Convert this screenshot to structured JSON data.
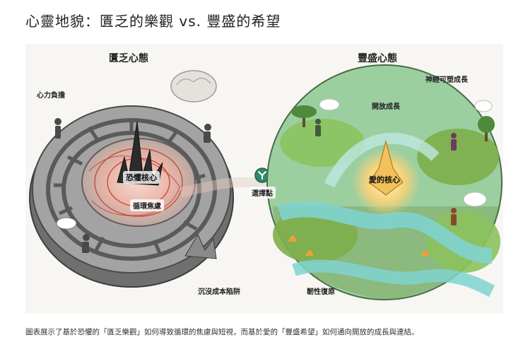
{
  "title": "心靈地貌：匱乏的樂觀 vs. 豐盛的希望",
  "left": {
    "heading": "匱乏心態",
    "labels": {
      "burden": "心力負擔",
      "fear_core": "恐懼核心",
      "anxiety_loop": "循環焦慮",
      "sunk_cost": "沉沒成本陷阱"
    }
  },
  "middle": {
    "choice_point": "選擇點",
    "choice_icon": "y-split-icon"
  },
  "right": {
    "heading": "豐盛心態",
    "labels": {
      "neuroplasticity": "神經可塑成長",
      "open_growth": "開放成長",
      "love_core": "愛的核心",
      "resilience": "韌性復原"
    }
  },
  "caption": "圖表展示了基於恐懼的「匱乏樂觀」如何導致循環的焦慮與短視，而基於愛的「豐盛希望」如何通向開放的成長與連結。",
  "colors": {
    "maze_stone": "#8f8f8f",
    "fear_red": "#c0392b",
    "water": "#7fd3cf",
    "grass": "#7dae4a",
    "love_gold": "#f3c15a",
    "choice_green": "#2e8b6a"
  }
}
